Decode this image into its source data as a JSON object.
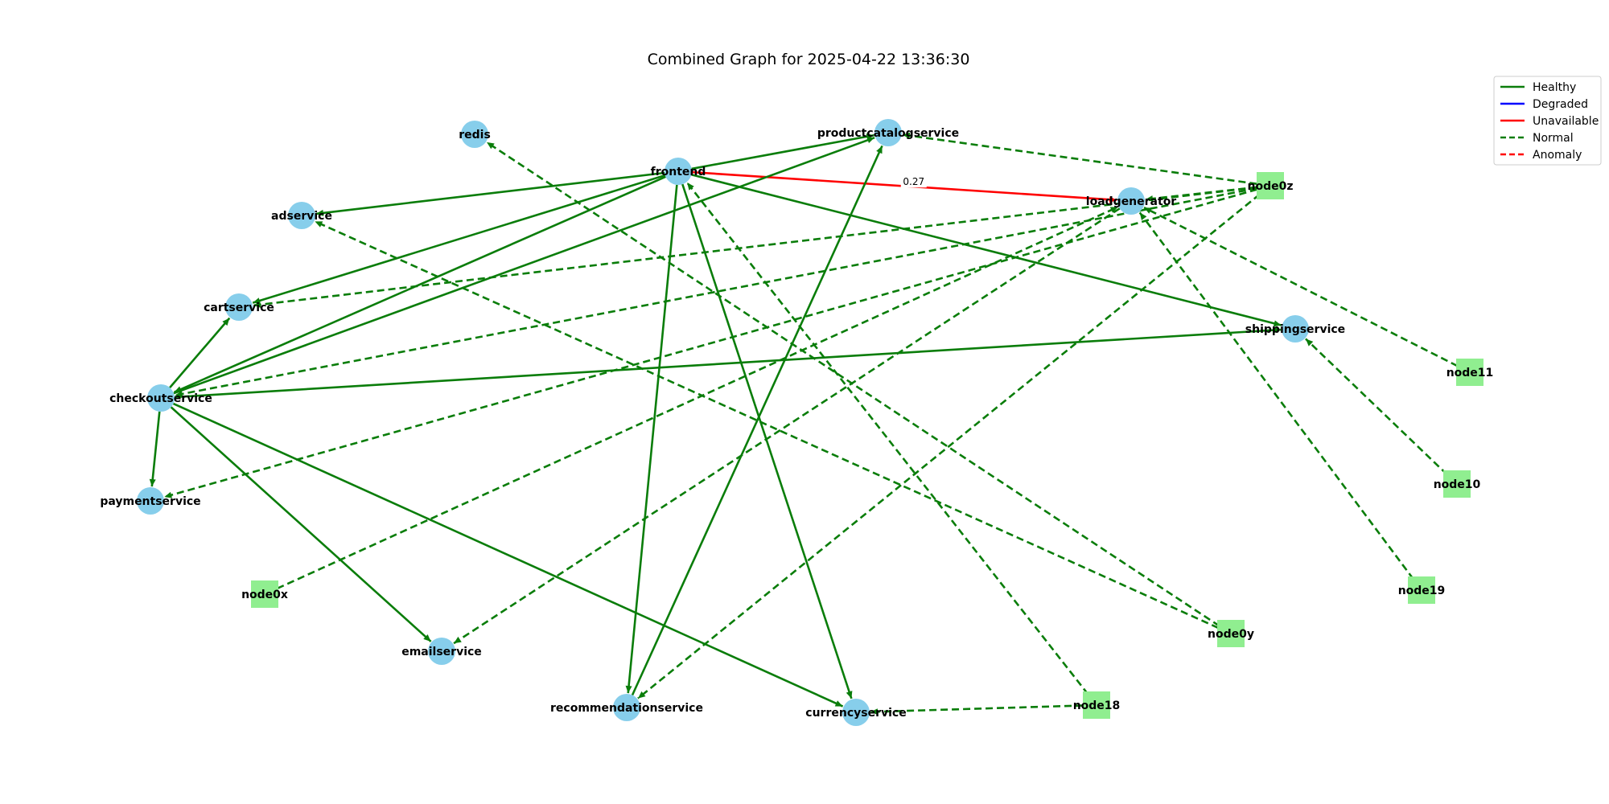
{
  "title": "Combined Graph for 2025-04-22 13:36:30",
  "colors": {
    "healthy": "#0a7d0a",
    "degraded": "#0000ff",
    "unavailable": "#ff0000",
    "normal": "#0a7d0a",
    "anomaly": "#ff0000",
    "service_node": "#87ceeb",
    "host_node": "#90ee90"
  },
  "legend": [
    {
      "label": "Healthy",
      "style": "solid",
      "color": "#0a7d0a"
    },
    {
      "label": "Degraded",
      "style": "solid",
      "color": "#0000ff"
    },
    {
      "label": "Unavailable",
      "style": "solid",
      "color": "#ff0000"
    },
    {
      "label": "Normal",
      "style": "dashed",
      "color": "#0a7d0a"
    },
    {
      "label": "Anomaly",
      "style": "dashed",
      "color": "#ff0000"
    }
  ],
  "nodes": [
    {
      "id": "redis",
      "label": "redis",
      "shape": "circle"
    },
    {
      "id": "productcatalogservice",
      "label": "productcatalogservice",
      "shape": "circle"
    },
    {
      "id": "frontend",
      "label": "frontend",
      "shape": "circle"
    },
    {
      "id": "adservice",
      "label": "adservice",
      "shape": "circle"
    },
    {
      "id": "loadgenerator",
      "label": "loadgenerator",
      "shape": "circle"
    },
    {
      "id": "node0z",
      "label": "node0z",
      "shape": "square"
    },
    {
      "id": "cartservice",
      "label": "cartservice",
      "shape": "circle"
    },
    {
      "id": "shippingservice",
      "label": "shippingservice",
      "shape": "circle"
    },
    {
      "id": "node11",
      "label": "node11",
      "shape": "square"
    },
    {
      "id": "checkoutservice",
      "label": "checkoutservice",
      "shape": "circle"
    },
    {
      "id": "node10",
      "label": "node10",
      "shape": "square"
    },
    {
      "id": "paymentservice",
      "label": "paymentservice",
      "shape": "circle"
    },
    {
      "id": "node19",
      "label": "node19",
      "shape": "square"
    },
    {
      "id": "node0x",
      "label": "node0x",
      "shape": "square"
    },
    {
      "id": "node0y",
      "label": "node0y",
      "shape": "square"
    },
    {
      "id": "emailservice",
      "label": "emailservice",
      "shape": "circle"
    },
    {
      "id": "node18",
      "label": "node18",
      "shape": "square"
    },
    {
      "id": "recommendationservice",
      "label": "recommendationservice",
      "shape": "circle"
    },
    {
      "id": "currencyservice",
      "label": "currencyservice",
      "shape": "circle"
    }
  ],
  "edges": [
    {
      "source": "frontend",
      "target": "productcatalogservice",
      "status": "healthy"
    },
    {
      "source": "frontend",
      "target": "adservice",
      "status": "healthy"
    },
    {
      "source": "frontend",
      "target": "cartservice",
      "status": "healthy"
    },
    {
      "source": "frontend",
      "target": "checkoutservice",
      "status": "healthy"
    },
    {
      "source": "frontend",
      "target": "shippingservice",
      "status": "healthy"
    },
    {
      "source": "frontend",
      "target": "recommendationservice",
      "status": "healthy"
    },
    {
      "source": "frontend",
      "target": "currencyservice",
      "status": "healthy"
    },
    {
      "source": "frontend",
      "target": "loadgenerator",
      "status": "unavailable",
      "label": "0.27"
    },
    {
      "source": "checkoutservice",
      "target": "productcatalogservice",
      "status": "healthy"
    },
    {
      "source": "checkoutservice",
      "target": "cartservice",
      "status": "healthy"
    },
    {
      "source": "checkoutservice",
      "target": "paymentservice",
      "status": "healthy"
    },
    {
      "source": "checkoutservice",
      "target": "shippingservice",
      "status": "healthy"
    },
    {
      "source": "checkoutservice",
      "target": "emailservice",
      "status": "healthy"
    },
    {
      "source": "checkoutservice",
      "target": "currencyservice",
      "status": "healthy"
    },
    {
      "source": "recommendationservice",
      "target": "productcatalogservice",
      "status": "healthy"
    },
    {
      "source": "node0z",
      "target": "productcatalogservice",
      "status": "normal"
    },
    {
      "source": "node0z",
      "target": "cartservice",
      "status": "normal"
    },
    {
      "source": "node0z",
      "target": "checkoutservice",
      "status": "normal"
    },
    {
      "source": "node0z",
      "target": "paymentservice",
      "status": "normal"
    },
    {
      "source": "node0z",
      "target": "loadgenerator",
      "status": "normal"
    },
    {
      "source": "node0z",
      "target": "recommendationservice",
      "status": "normal"
    },
    {
      "source": "node0x",
      "target": "loadgenerator",
      "status": "normal"
    },
    {
      "source": "node0y",
      "target": "redis",
      "status": "normal"
    },
    {
      "source": "node0y",
      "target": "adservice",
      "status": "normal"
    },
    {
      "source": "node18",
      "target": "frontend",
      "status": "normal"
    },
    {
      "source": "node18",
      "target": "currencyservice",
      "status": "normal"
    },
    {
      "source": "node11",
      "target": "loadgenerator",
      "status": "normal"
    },
    {
      "source": "node10",
      "target": "shippingservice",
      "status": "normal"
    },
    {
      "source": "node19",
      "target": "loadgenerator",
      "status": "normal"
    },
    {
      "source": "loadgenerator",
      "target": "emailservice",
      "status": "normal"
    }
  ]
}
